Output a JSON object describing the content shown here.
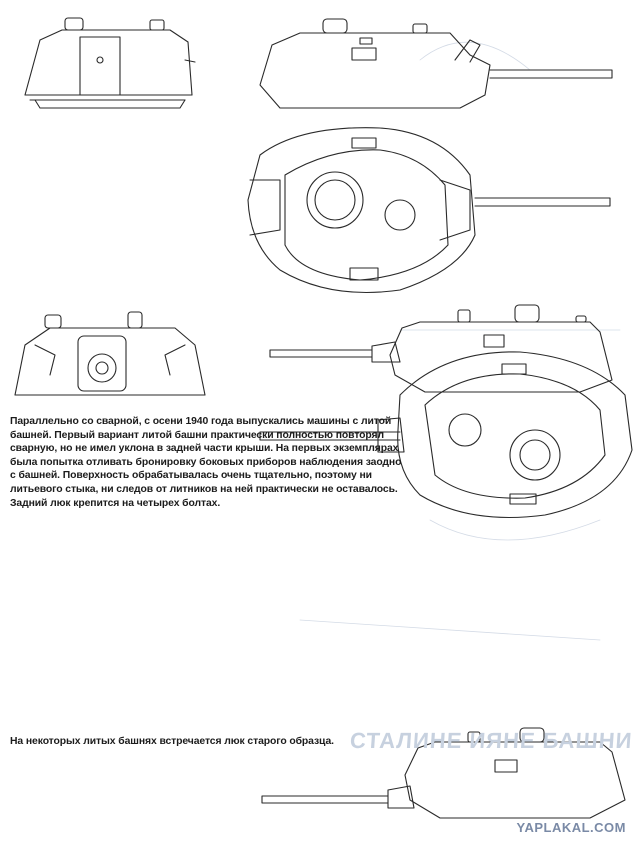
{
  "captions": {
    "main": "Параллельно со сварной, с осени 1940 года выпускались машины с литой башней. Первый вариант литой башни практически полностью повторял сварную, но не имел уклона в задней части крыши. На первых экземплярах была попытка отливать бронировку боковых приборов наблюдения заодно с башней. Поверхность обрабатывалась очень тщательно, поэтому ни литьевого стыка, ни следов от литников на ней практически не оставалось. Задний люк крепится на четырех болтах.",
    "second": "На некоторых литых башнях встречается люк старого образца."
  },
  "bleed_through_heading": "СТАЛИНЕ ИЯНЕ БАШНИ",
  "watermark": "YAPLAKAL.COM",
  "colors": {
    "line": "#2a2a2a",
    "bleed_text": "#c7d1df",
    "watermark": "#7a8aa6"
  }
}
